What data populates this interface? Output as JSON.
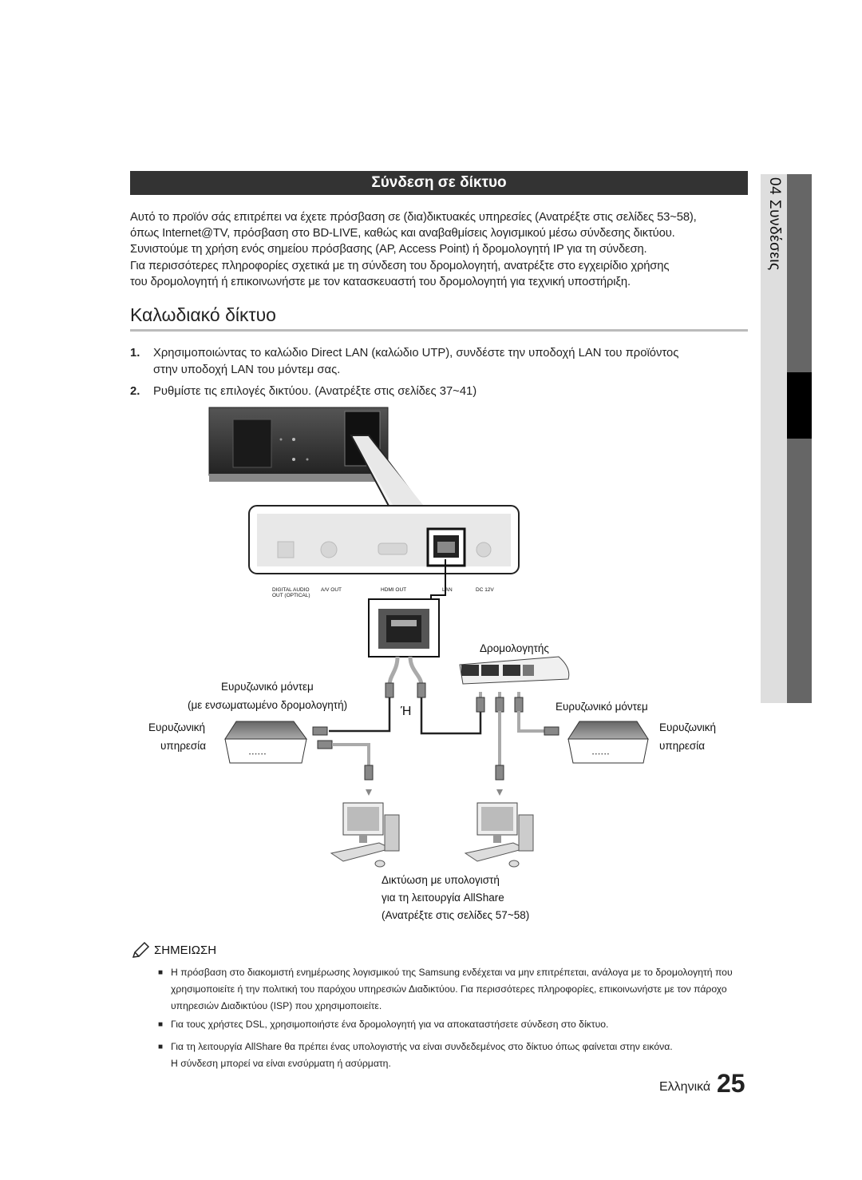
{
  "side_tab": {
    "text": "04  Συνδέσεις"
  },
  "header": {
    "title": "Σύνδεση σε δίκτυο"
  },
  "intro": {
    "lines": [
      "Αυτό το προϊόν σάς επιτρέπει να έχετε πρόσβαση σε (δια)δικτυακές υπηρεσίες (Ανατρέξτε στις σελίδες 53~58),",
      "όπως Internet@TV, πρόσβαση στο BD-LIVE, καθώς και αναβαθμίσεις λογισμικού μέσω σύνδεσης δικτύου.",
      "Συνιστούμε τη χρήση ενός σημείου πρόσβασης (AP, Access Point) ή δρομολογητή IP για τη σύνδεση.",
      "Για περισσότερες πληροφορίες σχετικά με τη σύνδεση του δρομολογητή, ανατρέξτε στο εγχειρίδιο χρήσης",
      "του δρομολογητή ή επικοινωνήστε με τον κατασκευαστή του δρομολογητή για τεχνική υποστήριξη."
    ]
  },
  "section": {
    "title": "Καλωδιακό δίκτυο"
  },
  "steps": [
    {
      "num": "1.",
      "lines": [
        "Χρησιμοποιώντας το καλώδιο Direct LAN (καλώδιο UTP), συνδέστε την υποδοχή LAN του προϊόντος",
        "στην υποδοχή LAN του μόντεμ σας."
      ]
    },
    {
      "num": "2.",
      "lines": [
        "Ρυθμίστε τις επιλογές δικτύου. (Ανατρέξτε στις σελίδες 37~41)"
      ]
    }
  ],
  "diagram": {
    "ports": [
      "DIGITAL AUDIO",
      "OUT (OPTICAL)",
      "A/V OUT",
      "HDMI OUT",
      "LAN",
      "DC 12V"
    ],
    "router_label": "Δρομολογητής",
    "modem_integrated_1": "Ευρυζωνικό μόντεμ",
    "modem_integrated_2": "(με ενσωματωμένο δρομολογητή)",
    "or_label": "Ή",
    "modem_right": "Ευρυζωνικό μόντεμ",
    "service_left_1": "Ευρυζωνική",
    "service_left_2": "υπηρεσία",
    "service_right_1": "Ευρυζωνική",
    "service_right_2": "υπηρεσία",
    "pc_caption": [
      "Δικτύωση με υπολογιστή",
      "για τη λειτουργία AllShare",
      "(Ανατρέξτε στις σελίδες 57~58)"
    ]
  },
  "note": {
    "title": "ΣΗΜΕΙΩΣΗ",
    "bullet": "■",
    "items": [
      {
        "lines": [
          "Η πρόσβαση στο διακομιστή ενημέρωσης λογισμικού της Samsung ενδέχεται να μην επιτρέπεται, ανάλογα με το δρομολογητή που",
          "χρησιμοποιείτε ή την πολιτική του παρόχου υπηρεσιών Διαδικτύου. Για περισσότερες πληροφορίες, επικοινωνήστε με τον πάροχο",
          "υπηρεσιών Διαδικτύου (ISP) που χρησιμοποιείτε."
        ]
      },
      {
        "lines": [
          "Για τους χρήστες DSL, χρησιμοποιήστε ένα δρομολογητή για να αποκαταστήσετε σύνδεση στο δίκτυο."
        ]
      },
      {
        "lines": [
          "Για τη λειτουργία AllShare θα πρέπει ένας υπολογιστής να είναι συνδεδεμένος στο δίκτυο όπως φαίνεται στην εικόνα.",
          "Η σύνδεση μπορεί να είναι ενσύρματη ή ασύρματη."
        ]
      }
    ]
  },
  "footer": {
    "language": "Ελληνικά",
    "page": "25"
  }
}
